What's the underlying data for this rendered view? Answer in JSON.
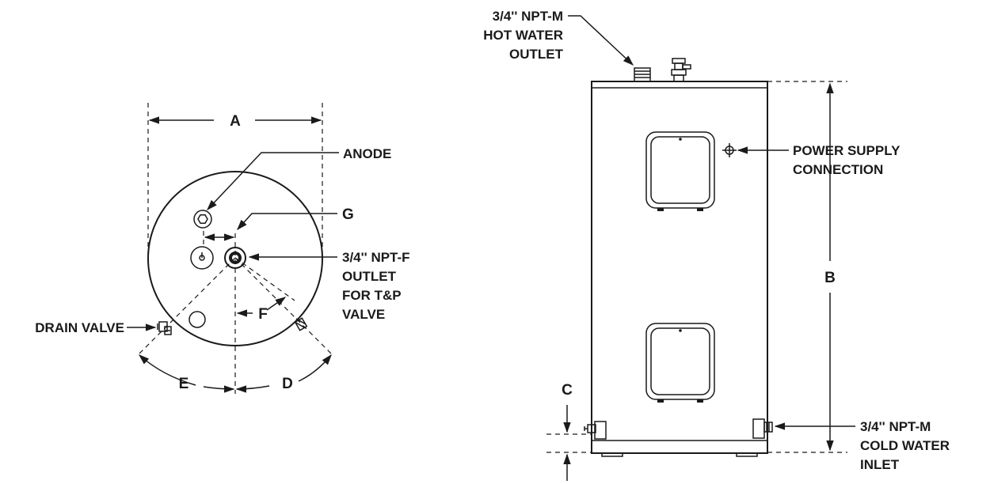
{
  "top_view": {
    "dim_a": "A",
    "dim_g": "G",
    "dim_f": "F",
    "dim_e": "E",
    "dim_d": "D",
    "anode": "ANODE",
    "tp_outlet": [
      "3/4'' NPT-F",
      "OUTLET",
      "FOR T&P",
      "VALVE"
    ],
    "drain_valve": "DRAIN VALVE"
  },
  "front_view": {
    "hot_outlet": [
      "3/4'' NPT-M",
      "HOT WATER",
      "OUTLET"
    ],
    "power_supply": [
      "POWER SUPPLY",
      "CONNECTION"
    ],
    "dim_b": "B",
    "dim_c": "C",
    "cold_inlet": [
      "3/4'' NPT-M",
      "COLD WATER",
      "INLET"
    ]
  },
  "colors": {
    "ink": "#1a1a1a",
    "background": "#ffffff"
  }
}
